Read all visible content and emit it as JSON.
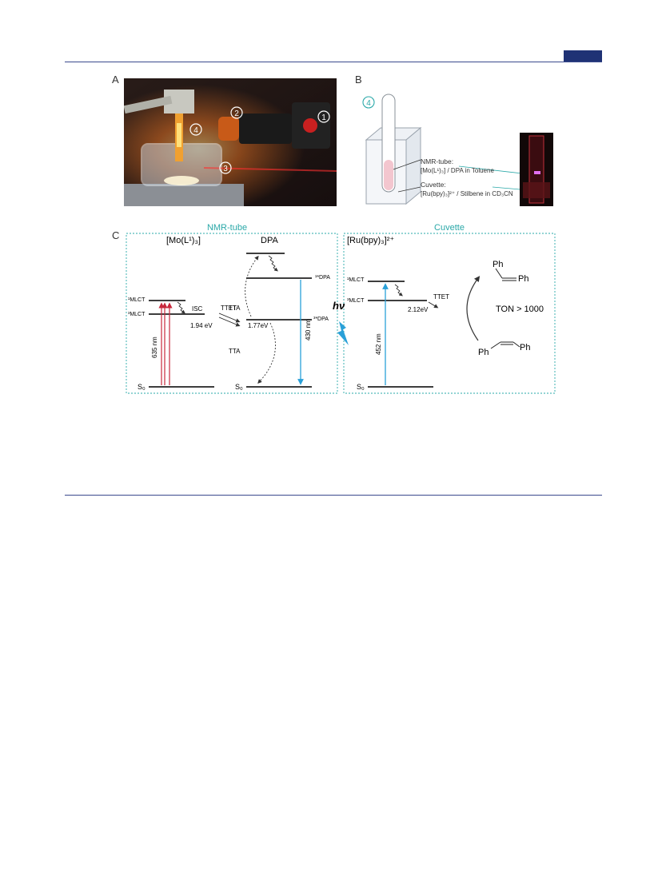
{
  "header": {
    "accent_color": "#1f3275"
  },
  "panels": {
    "A": {
      "letter": "A",
      "markers": [
        "1",
        "2",
        "3",
        "4"
      ]
    },
    "B": {
      "letter": "B",
      "marker": "4",
      "nmr_title": "NMR-tube:",
      "nmr_desc": "[Mo(L¹)₃] / DPA in Toluene",
      "cuvette_title": "Cuvette:",
      "cuvette_desc": "[Ru(bpy)₃]²⁺ / Stilbene in CD₃CN"
    },
    "C": {
      "letter": "C",
      "section_nmr": "NMR-tube",
      "section_cuvette": "Cuvette",
      "mo_complex": "[Mo(L¹)₃]",
      "dpa": "DPA",
      "ru_complex": "[Ru(bpy)₃]²⁺",
      "mo_1mlct": "¹MLCT",
      "mo_3mlct": "³MLCT",
      "isc": "ISC",
      "mo_energy": "1.94 eV",
      "ttet_left": "TTET",
      "tta_top": "TTA",
      "tta_bottom": "TTA",
      "dpa_energy": "1.77eV",
      "dpa_singlet": "¹*DPA",
      "dpa_triplet": "³*DPA",
      "wl_635": "635 nm",
      "wl_430": "430 nm",
      "s0_left": "S₀",
      "s0_mid": "S₀",
      "s0_right": "S₀",
      "hv": "hν",
      "ru_1mlct": "¹MLCT",
      "ru_3mlct": "³MLCT",
      "ttet_right": "TTET",
      "ru_energy": "2.12eV",
      "wl_452": "452 nm",
      "ton": "TON > 1000",
      "ph_cis_1": "Ph",
      "ph_cis_2": "Ph",
      "ph_trans_1": "Ph",
      "ph_trans_2": "Ph"
    }
  },
  "colors": {
    "teal": "#2aa8a8",
    "red": "#c8283c",
    "blue": "#2aa0d8",
    "dark": "#222222"
  }
}
